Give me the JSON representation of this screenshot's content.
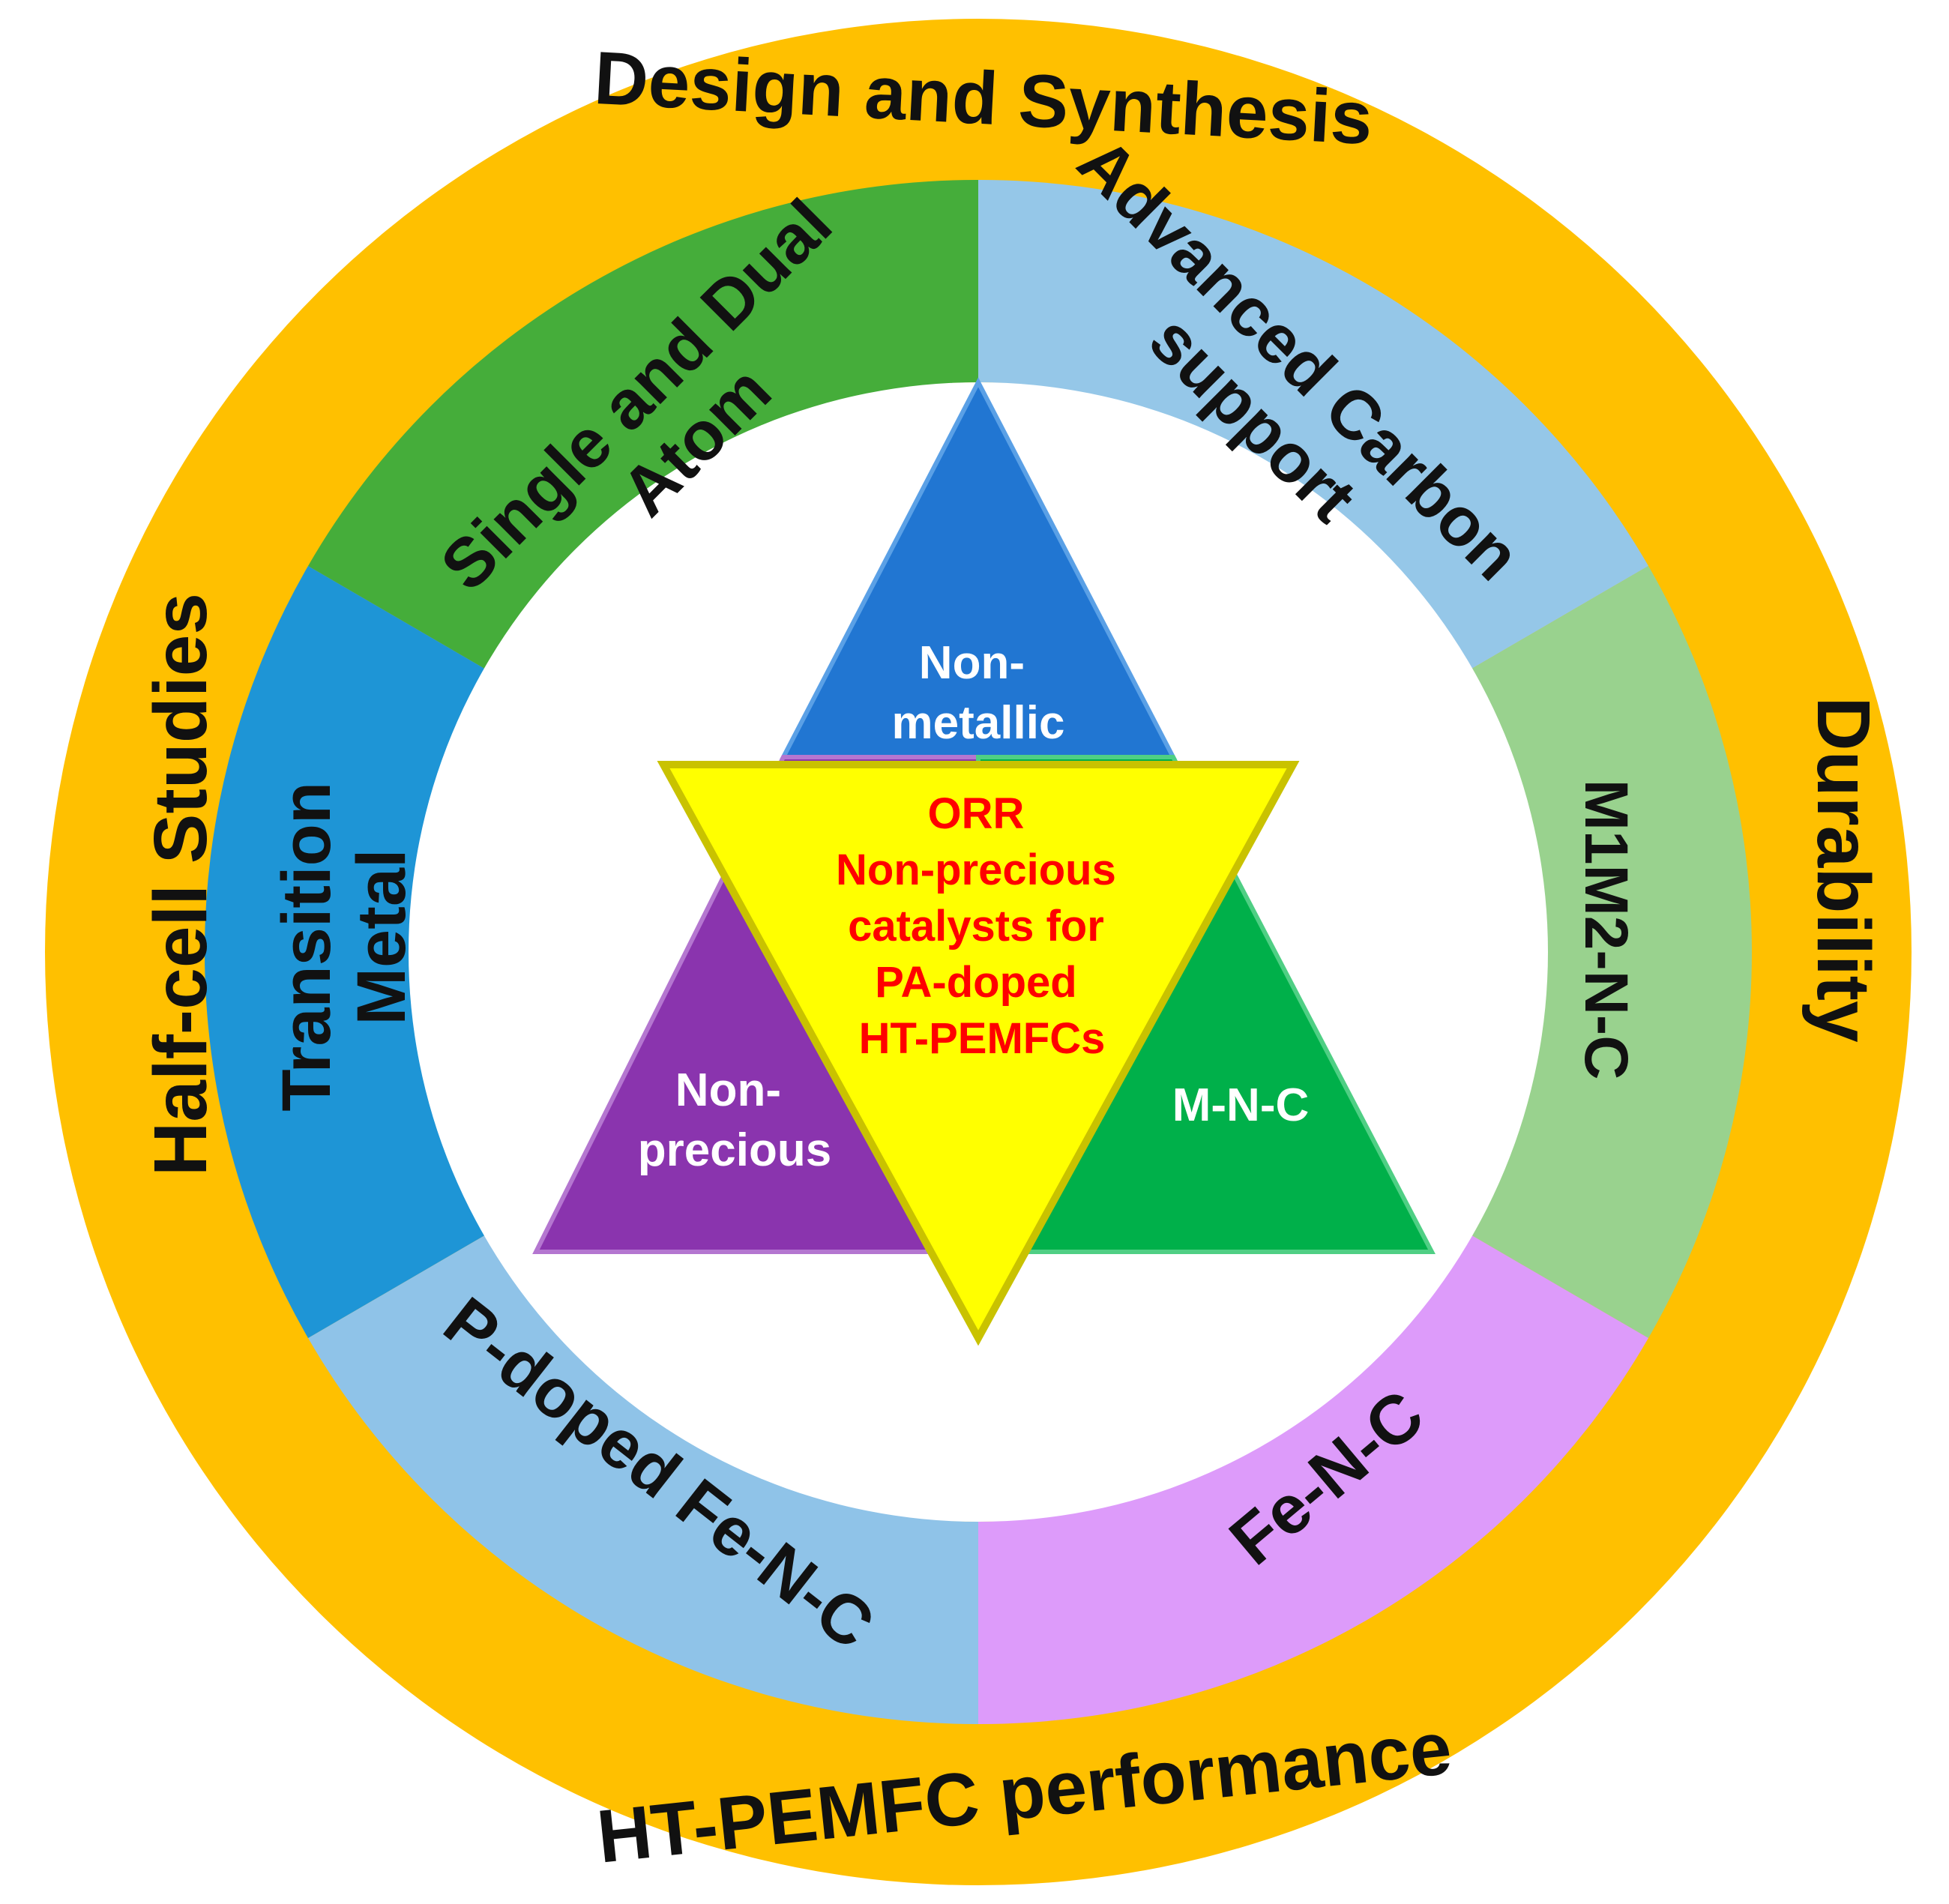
{
  "colors": {
    "outer_ring": "#FFC000",
    "segment_single_dual": "#45AD3A",
    "segment_advanced_carbon": "#95C7E8",
    "segment_m1m2": "#99D28E",
    "segment_fenc": "#DD9BFA",
    "segment_pdoped": "#8FC3E8",
    "segment_transition": "#1E95D6",
    "triangle_nonmetallic": "#2176D2",
    "triangle_nonprecious": "#8A34AE",
    "triangle_mnc": "#00B04A",
    "center_triangle": "#FFFF00",
    "center_text": "#FF0000"
  },
  "outer_ring": {
    "top": "Design and Synthesis",
    "right": "Durability",
    "bottom": "HT-PEMFC performance",
    "left": "Half-cell Studies"
  },
  "segments": {
    "single_dual": [
      "Single and Dual",
      "Atom"
    ],
    "advanced_carbon": [
      "Advanced Carbon",
      "support"
    ],
    "m1m2": "M1M2-N-C",
    "fenc": "Fe-N-C",
    "pdoped": "P-doped Fe-N-C",
    "transition": [
      "Transition",
      "Metal"
    ]
  },
  "triangles": {
    "nonmetallic": [
      "Non-",
      "metallic"
    ],
    "nonprecious": [
      "Non-",
      "precious"
    ],
    "mnc": "M-N-C"
  },
  "center": {
    "lines": [
      "ORR",
      "Non-precious",
      "catalysts for",
      "PA-doped",
      "HT-PEMFCs"
    ]
  }
}
